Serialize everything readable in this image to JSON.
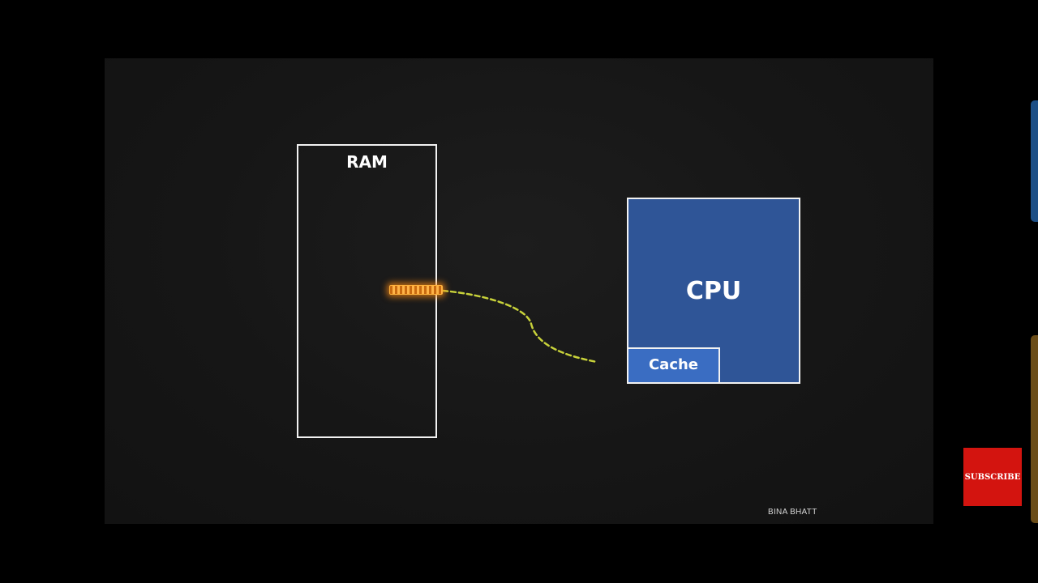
{
  "diagram": {
    "ram_label": "RAM",
    "cpu_label": "CPU",
    "cache_label": "Cache"
  },
  "watermark": {
    "text": "BINA BHATT"
  },
  "overlay": {
    "subscribe_label": "SUBSCRIBE"
  },
  "colors": {
    "cpu_fill": "#2f5597",
    "cache_fill": "#3a6dc2",
    "packet_glow": "#ffb347",
    "bus_line": "#c8d23a",
    "subscribe_red": "#d3140f"
  }
}
